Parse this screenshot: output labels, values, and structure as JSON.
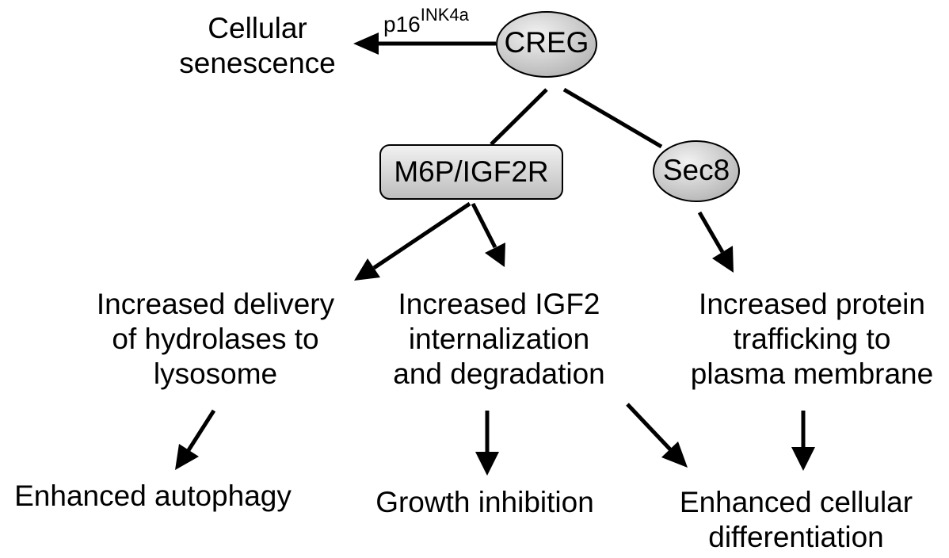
{
  "nodes": {
    "creg": "CREG",
    "m6p": "M6P/IGF2R",
    "sec8": "Sec8"
  },
  "edge_label": {
    "base": "p16",
    "superscript": "INK4a"
  },
  "outcomes": {
    "senescence": [
      "Cellular",
      "senescence"
    ],
    "delivery": [
      "Increased delivery",
      "of hydrolases to",
      "lysosome"
    ],
    "igf2": [
      "Increased IGF2",
      "internalization",
      "and degradation"
    ],
    "trafficking": [
      "Increased protein",
      "trafficking to",
      "plasma membrane"
    ],
    "autophagy": "Enhanced autophagy",
    "growth": "Growth inhibition",
    "differentiation": [
      "Enhanced cellular",
      "differentiation"
    ]
  },
  "colors": {
    "node_fill_light": "#f2f2f2",
    "node_fill_dark": "#b5b5b5",
    "stroke": "#000000"
  }
}
